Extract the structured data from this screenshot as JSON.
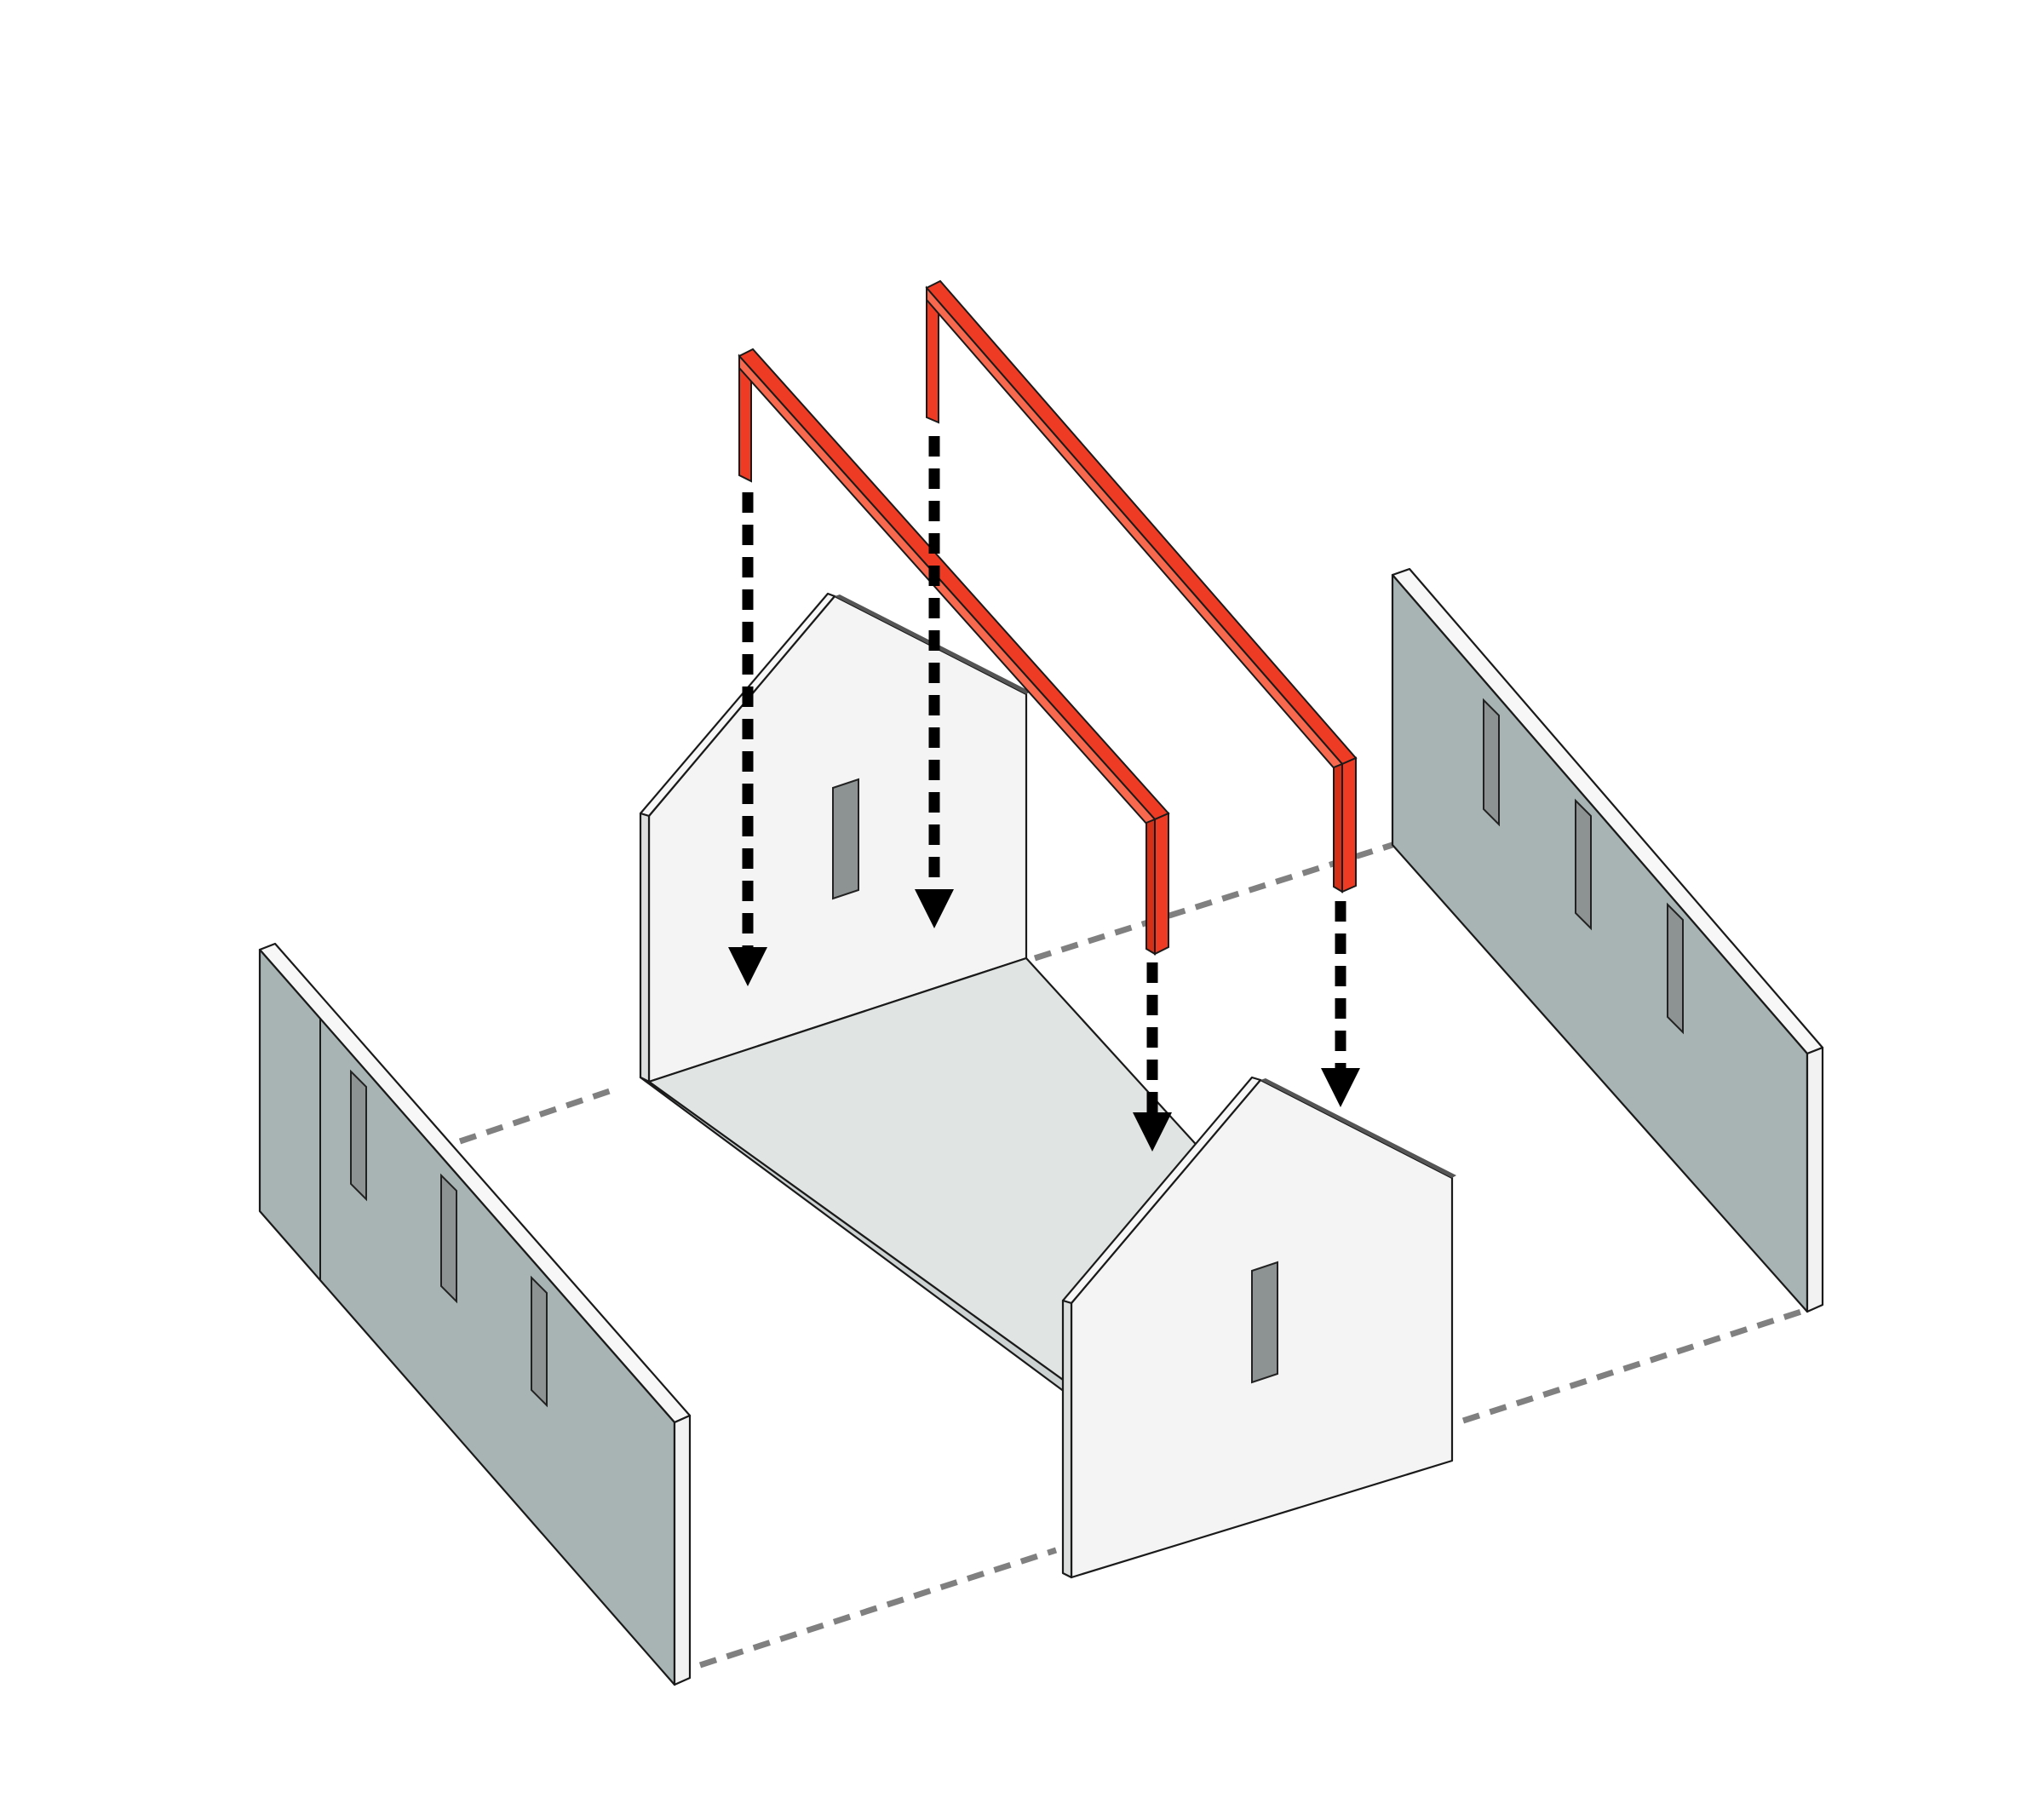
{
  "diagram": {
    "kind": "exploded axonometric assembly",
    "colors": {
      "background": "#ffffff",
      "frame_face": "#ee3b23",
      "frame_side": "#f7684f",
      "frame_dark": "#c92a14",
      "wall_gray": "#a7b4b3",
      "wall_edge": "#f7f7f7",
      "gable_face": "#f3f4f3",
      "floor": "#e0e4e3",
      "opening": "#8d9393",
      "arrow": "#000000",
      "ground_line": "#808080"
    },
    "components": [
      "left-side-wall",
      "right-side-wall",
      "floor-slab",
      "back-gable-wall",
      "front-gable-wall",
      "portal-frame-1",
      "portal-frame-2"
    ],
    "arrow_count": 4,
    "window_count": 8
  }
}
